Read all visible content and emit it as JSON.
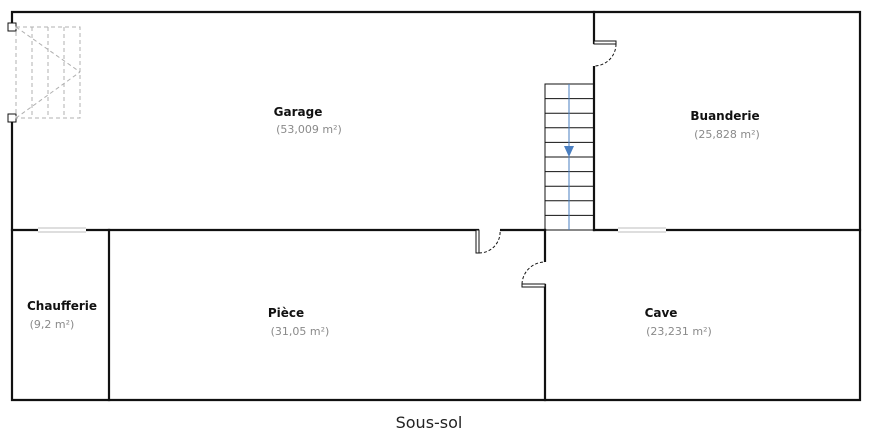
{
  "plan": {
    "title": "Sous-sol",
    "rooms": [
      {
        "id": "garage",
        "name": "Garage",
        "area": "(53,009 m²)"
      },
      {
        "id": "buanderie",
        "name": "Buanderie",
        "area": "(25,828 m²)"
      },
      {
        "id": "chaufferie",
        "name": "Chaufferie",
        "area": "(9,2 m²)"
      },
      {
        "id": "piece",
        "name": "Pièce",
        "area": "(31,05 m²)"
      },
      {
        "id": "cave",
        "name": "Cave",
        "area": "(23,231 m²)"
      }
    ],
    "colors": {
      "wall": "#111111",
      "area_text": "#8a8a8a",
      "stair_arrow": "#4a7fc1",
      "garage_door_outline": "#b0b0b0"
    }
  }
}
